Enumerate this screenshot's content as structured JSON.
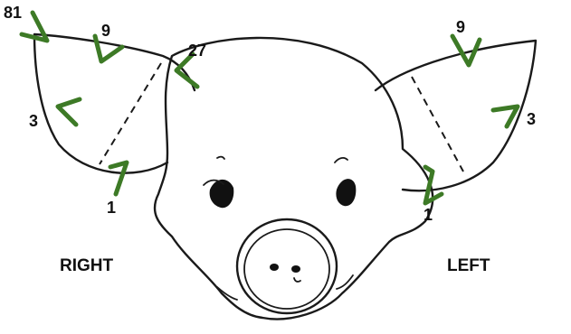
{
  "notch_color": "#3d7a26",
  "side_labels": {
    "right": "RIGHT",
    "left": "LEFT"
  },
  "right_ear_notches": {
    "tip": "81",
    "top": "9",
    "base_top": "27",
    "outer": "3",
    "bottom": "1"
  },
  "left_ear_notches": {
    "top": "9",
    "outer": "3",
    "bottom": "1"
  }
}
